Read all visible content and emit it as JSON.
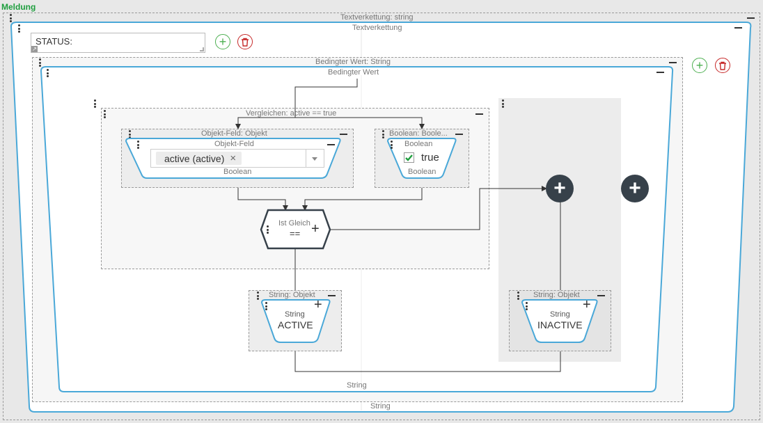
{
  "title": "Meldung",
  "outer": {
    "header": "Textverkettung: string",
    "inner_title": "Textverkettung",
    "footer": "String"
  },
  "status_field": {
    "value": "STATUS:"
  },
  "conditional": {
    "header": "Bedingter Wert: String",
    "inner_title": "Bedingter Wert",
    "footer": "String"
  },
  "compare": {
    "header": "Vergleichen: active == true"
  },
  "field_node": {
    "header": "Objekt-Feld: Objekt",
    "title": "Objekt-Feld",
    "chip": "active (active)",
    "chip_remove": "×",
    "type": "Boolean"
  },
  "bool_node": {
    "header": "Boolean: Boole...",
    "title": "Boolean",
    "value": "true",
    "type": "Boolean"
  },
  "equal_node": {
    "title": "Ist Gleich",
    "op": "=="
  },
  "string_active": {
    "header": "String: Objekt",
    "type": "String",
    "value": "ACTIVE"
  },
  "string_inactive": {
    "header": "String: Objekt",
    "type": "String",
    "value": "INACTIVE"
  },
  "icons": {
    "add": "+",
    "delete": "trash-icon",
    "collapse": "minus-icon",
    "menu": "drag-dots-icon"
  },
  "colors": {
    "title": "#1e9e3e",
    "frame": "#4aa8d8",
    "add": "#4caf50",
    "delete": "#c62828",
    "hub": "#37414a"
  }
}
